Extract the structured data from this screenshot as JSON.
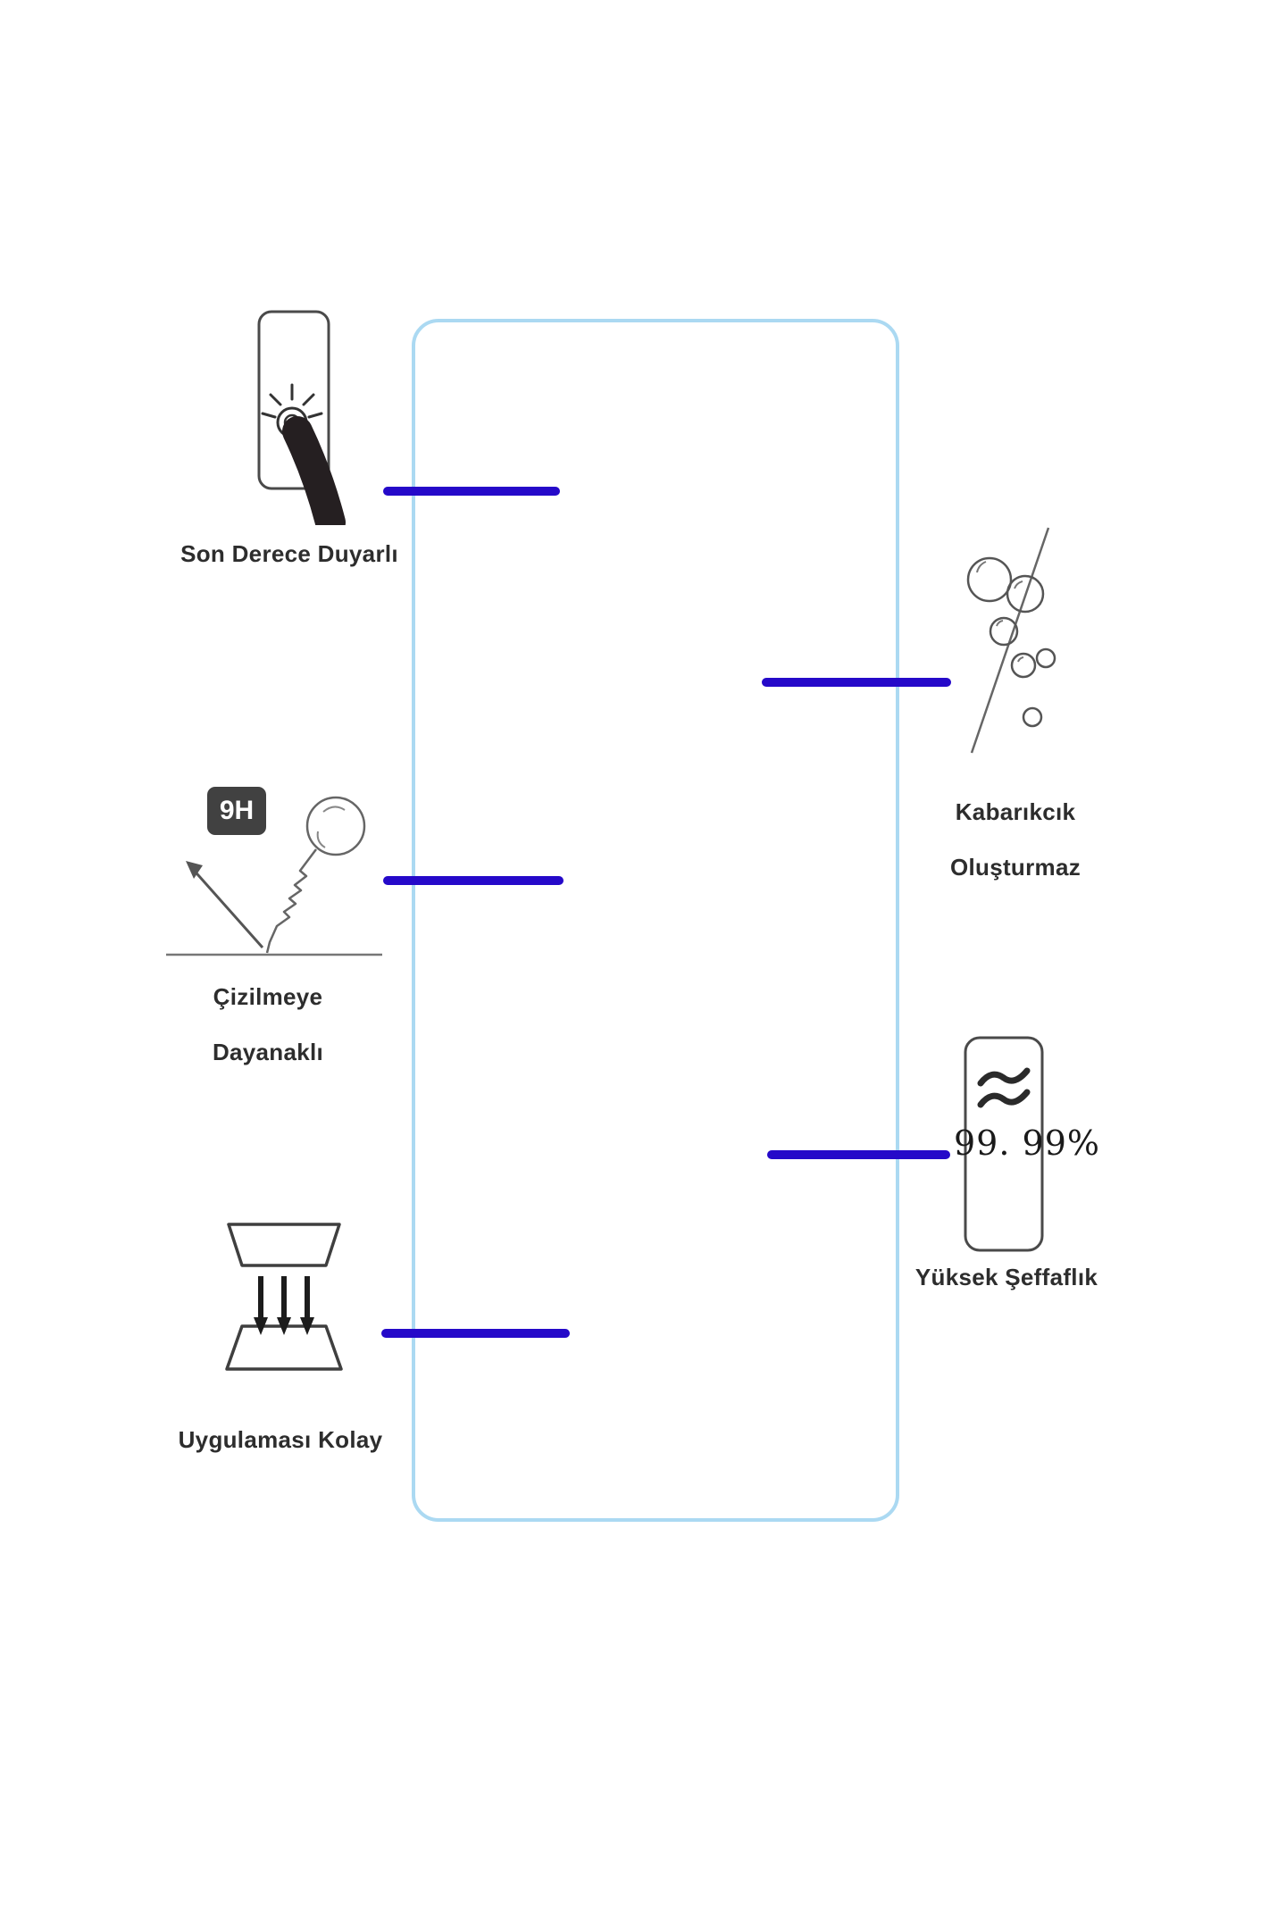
{
  "colors": {
    "connector": "#2509c9",
    "glass_border": "#abd9f2",
    "label_text": "#2d2d2d",
    "badge_background": "#414141"
  },
  "features": {
    "sensitive": {
      "label": "Son Derece Duyarlı"
    },
    "bubble_free": {
      "line1": "Kabarıkcık",
      "line2": "Oluşturmaz"
    },
    "scratch_resistant": {
      "badge": "9H",
      "line1": "Çizilmeye",
      "line2": "Dayanaklı"
    },
    "transparency": {
      "value": "99. 99%",
      "label": "Yüksek Şeffaflık"
    },
    "easy_apply": {
      "label": "Uygulaması Kolay"
    }
  }
}
